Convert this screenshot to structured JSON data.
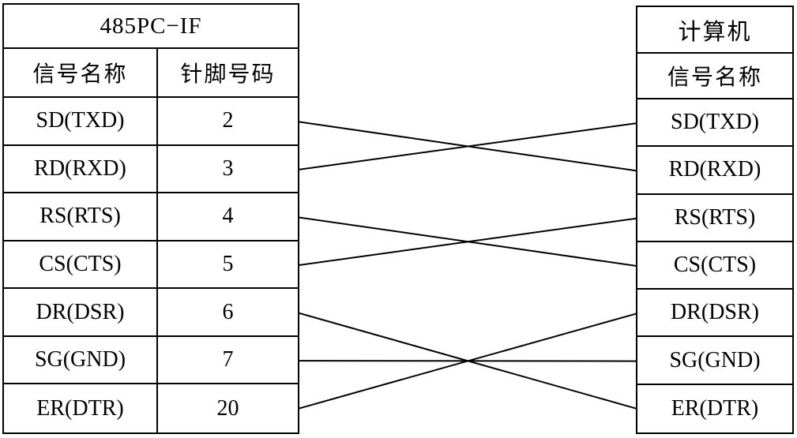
{
  "left_table": {
    "title": "485PC−IF",
    "columns": {
      "signal": "信号名称",
      "pin": "针脚号码"
    },
    "rows": [
      {
        "signal": "SD(TXD)",
        "pin": "2"
      },
      {
        "signal": "RD(RXD)",
        "pin": "3"
      },
      {
        "signal": "RS(RTS)",
        "pin": "4"
      },
      {
        "signal": "CS(CTS)",
        "pin": "5"
      },
      {
        "signal": "DR(DSR)",
        "pin": "6"
      },
      {
        "signal": "SG(GND)",
        "pin": "7"
      },
      {
        "signal": "ER(DTR)",
        "pin": "20"
      }
    ]
  },
  "right_table": {
    "title": "计算机",
    "columns": {
      "signal": "信号名称"
    },
    "rows": [
      {
        "signal": "SD(TXD)"
      },
      {
        "signal": "RD(RXD)"
      },
      {
        "signal": "RS(RTS)"
      },
      {
        "signal": "CS(CTS)"
      },
      {
        "signal": "DR(DSR)"
      },
      {
        "signal": "SG(GND)"
      },
      {
        "signal": "ER(DTR)"
      }
    ]
  },
  "connections": [
    {
      "from": "SD(TXD)",
      "to": "RD(RXD)"
    },
    {
      "from": "RD(RXD)",
      "to": "SD(TXD)"
    },
    {
      "from": "RS(RTS)",
      "to": "CS(CTS)"
    },
    {
      "from": "CS(CTS)",
      "to": "RS(RTS)"
    },
    {
      "from": "DR(DSR)",
      "to": "ER(DTR)"
    },
    {
      "from": "SG(GND)",
      "to": "SG(GND)"
    },
    {
      "from": "ER(DTR)",
      "to": "DR(DSR)"
    }
  ],
  "colors": {
    "background": "#ffffff",
    "border": "#000000",
    "wire": "#000000",
    "text": "#000000"
  }
}
